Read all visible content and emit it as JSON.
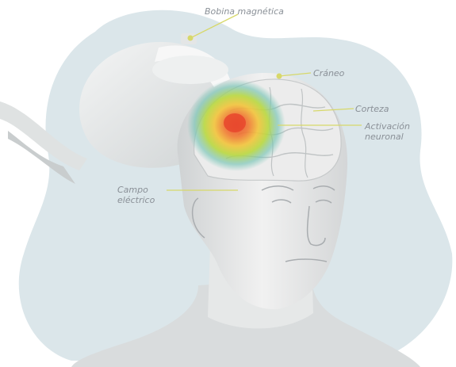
{
  "labels": {
    "coil": "Bobina magnética",
    "skull": "Cráneo",
    "cortex": "Corteza",
    "activation_line1": "Activación",
    "activation_line2": "neuronal",
    "field_line1": "Campo",
    "field_line2": "eléctrico"
  },
  "colors": {
    "background_blob": "#dbe6ea",
    "leader_line": "#d7d86a",
    "label_text": "#8a9097",
    "coil_body": "#e9ebeb",
    "brain": "#ececec",
    "heat_hot": "#e8462c",
    "heat_warm": "#f2a73a",
    "heat_mid": "#b9d83f",
    "heat_cool": "#72c3b3"
  }
}
